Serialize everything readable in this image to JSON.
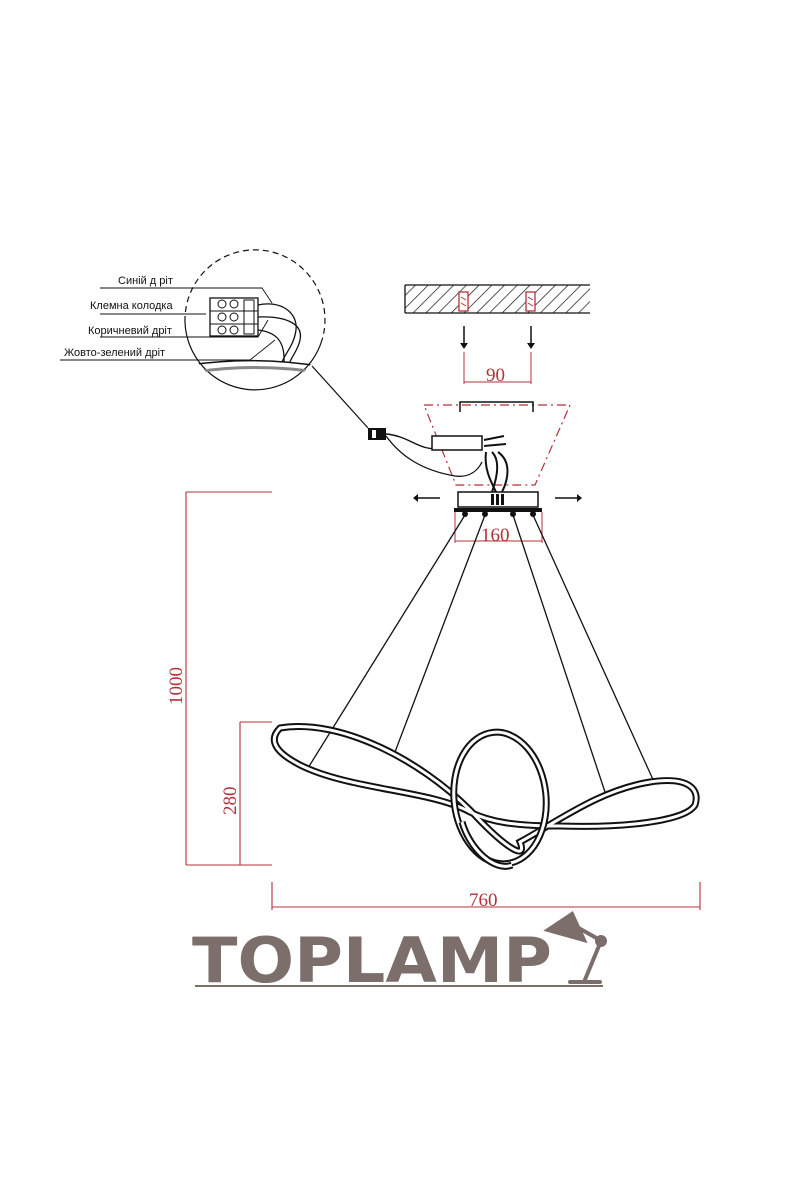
{
  "labels": {
    "blue_wire": "Синій д pіт",
    "terminal_block": "Клемна колодка",
    "brown_wire": "Коричневий дріт",
    "ground_wire": "Жовто-зелений дріт"
  },
  "dimensions": {
    "mount_spacing": "90",
    "canopy_width": "160",
    "total_height": "1000",
    "ring_height": "280",
    "total_width": "760"
  },
  "logo": {
    "text": "TOPLAMP"
  },
  "colors": {
    "line": "#111111",
    "dimension": "#b3323a",
    "logo": "#7b6e6b"
  },
  "icons": [
    "desk-lamp-icon"
  ]
}
